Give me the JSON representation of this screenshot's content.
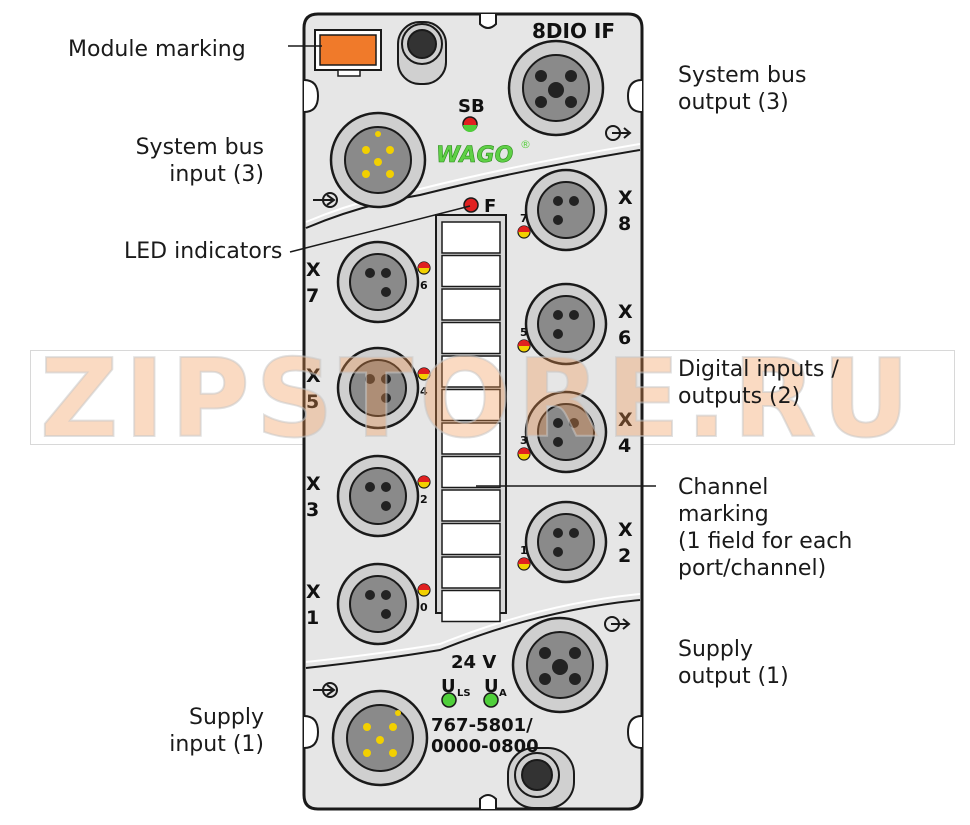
{
  "callouts": {
    "module_marking": "Module marking",
    "system_bus_output": "System bus\noutput (3)",
    "system_bus_input": "System bus\ninput (3)",
    "led_indicators": "LED indicators",
    "digital_io": "Digital inputs /\noutputs (2)",
    "channel_marking": "Channel\nmarking\n(1 field for each\nport/channel)",
    "supply_output": "Supply\noutput (1)",
    "supply_input": "Supply\ninput (1)"
  },
  "module": {
    "name": "8DIO IF",
    "sb_label": "SB",
    "brand": "WAGO",
    "brand_mark": "®",
    "fault_label": "F",
    "voltage": "24 V",
    "uls_main": "U",
    "uls_sub": "LS",
    "ua_main": "U",
    "ua_sub": "A",
    "part_number_1": "767-5801/",
    "part_number_2": "0000-0800",
    "ports_left": [
      {
        "x": "X",
        "n": "7",
        "led": "6"
      },
      {
        "x": "X",
        "n": "5",
        "led": "4"
      },
      {
        "x": "X",
        "n": "3",
        "led": "2"
      },
      {
        "x": "X",
        "n": "1",
        "led": "0"
      }
    ],
    "ports_right": [
      {
        "x": "X",
        "n": "8",
        "led": "7"
      },
      {
        "x": "X",
        "n": "6",
        "led": "5"
      },
      {
        "x": "X",
        "n": "4",
        "led": "3"
      },
      {
        "x": "X",
        "n": "2",
        "led": "1"
      }
    ]
  },
  "watermark": "ZIPSTORE.RU",
  "colors": {
    "housing": "#e6e6e6",
    "outline": "#1a1a1a",
    "marking": "#f07a2a",
    "brand": "#5fd046",
    "led_red": "#e02020",
    "led_yellow": "#f2d000",
    "led_green": "#4fcf3a",
    "pin_yellow": "#f2d000"
  }
}
